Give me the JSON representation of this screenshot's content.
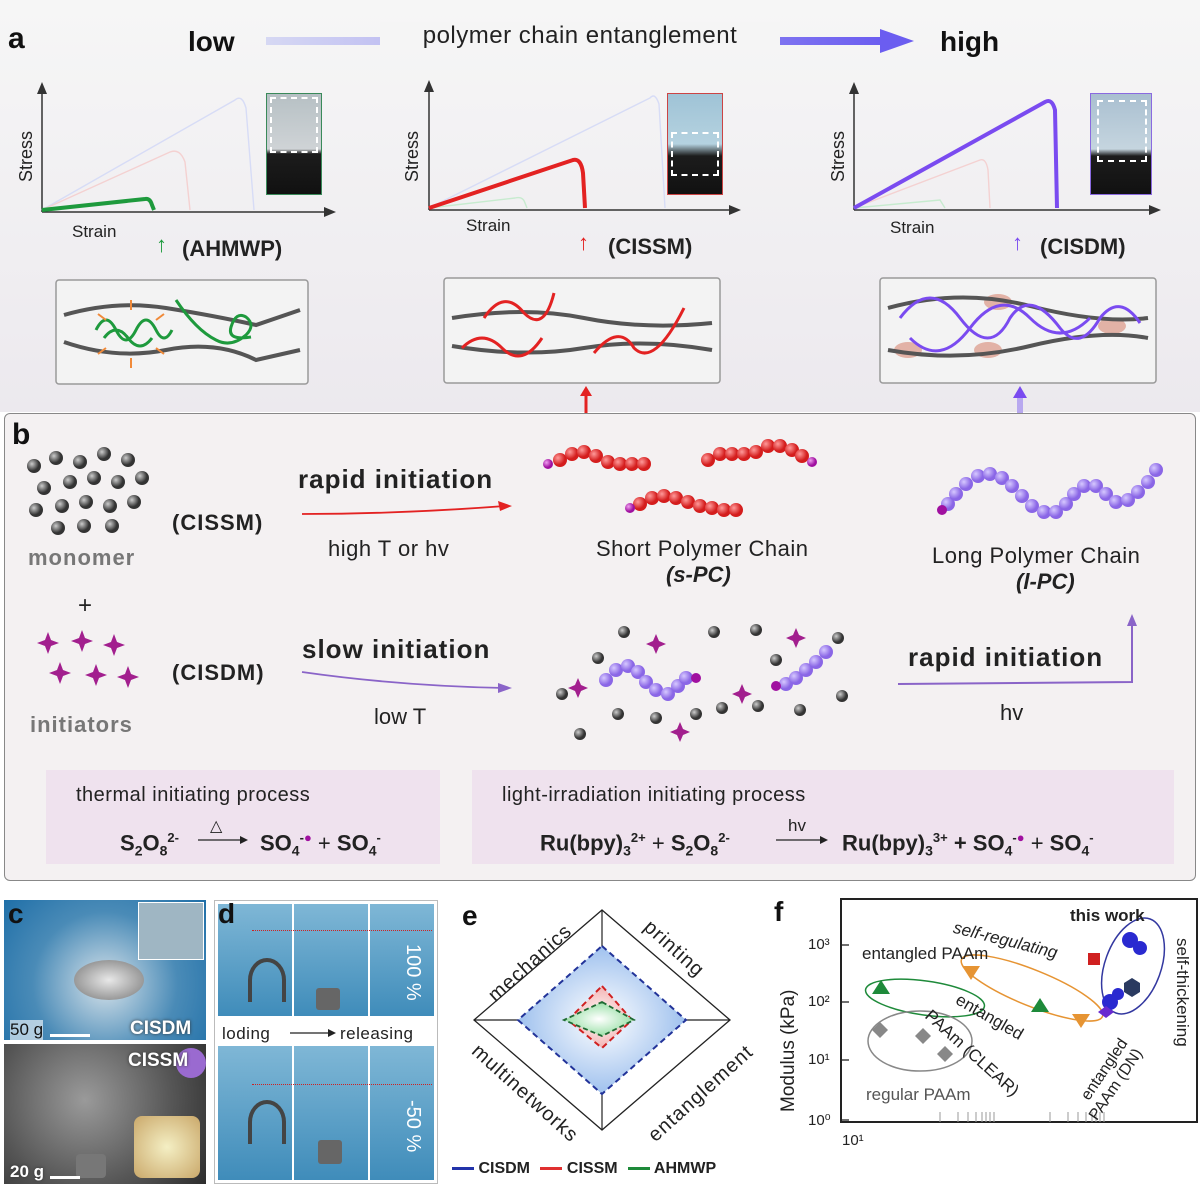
{
  "panel_labels": {
    "a": "a",
    "b": "b",
    "c": "c",
    "d": "d",
    "e": "e",
    "f": "f"
  },
  "panel_a": {
    "low": "low",
    "high": "high",
    "center": "polymer chain entanglement",
    "plots": [
      {
        "ylabel": "Stress",
        "xlabel": "Strain",
        "name": "(AHMWP)",
        "color": "#1e9a3d"
      },
      {
        "ylabel": "Stress",
        "xlabel": "Strain",
        "name": "(CISSM)",
        "color": "#e32222"
      },
      {
        "ylabel": "Stress",
        "xlabel": "Strain",
        "name": "(CISDM)",
        "color": "#7a4bf0"
      }
    ]
  },
  "panel_b": {
    "monomer": "monomer",
    "plus": "+",
    "initiators": "initiators",
    "cissm": "(CISSM)",
    "cisdm": "(CISDM)",
    "rapid": "rapid initiation",
    "slow": "slow initiation",
    "high_t": "high T  or  hv",
    "low_t": "low T",
    "short_chain": "Short Polymer Chain",
    "short_abbr": "(s-PC)",
    "long_chain": "Long Polymer Chain",
    "long_abbr": "(l-PC)",
    "rapid2": "rapid initiation",
    "hv": "hv",
    "thermal_title": "thermal initiating process",
    "light_title": "light-irradiation initiating process",
    "delta": "△",
    "hv_small": "hv"
  },
  "panel_c": {
    "weight_top": "50 g",
    "label_top": "CISDM",
    "label_bottom": "CISSM",
    "weight_bottom": "20 g"
  },
  "panel_d": {
    "loading": "loding",
    "releasing": "releasing",
    "pct_top": "100 %",
    "pct_bottom": "-50 %"
  },
  "panel_e": {
    "axes": [
      "mechanics",
      "printing",
      "multinetworks",
      "entanglement"
    ],
    "legend": [
      {
        "name": "CISDM",
        "color": "#2233aa"
      },
      {
        "name": "CISSM",
        "color": "#e03030"
      },
      {
        "name": "AHMWP",
        "color": "#1e8a3a"
      }
    ]
  },
  "panel_f": {
    "ylabel": "Modulus (kPa)",
    "yticks": [
      "10⁰",
      "10¹",
      "10²",
      "10³"
    ],
    "xtick": "10¹",
    "this_work": "this work",
    "self_regulating": "self-regulating",
    "self_thickening": "self-thickening",
    "entangled_paam": "entangled PAAm",
    "entangled_clear_1": "entangled",
    "entangled_clear_2": "PAAm (CLEAR)",
    "entangled_dn_1": "entangled",
    "entangled_dn_2": "PAAm (DN)",
    "regular_paam": "regular PAAm"
  }
}
